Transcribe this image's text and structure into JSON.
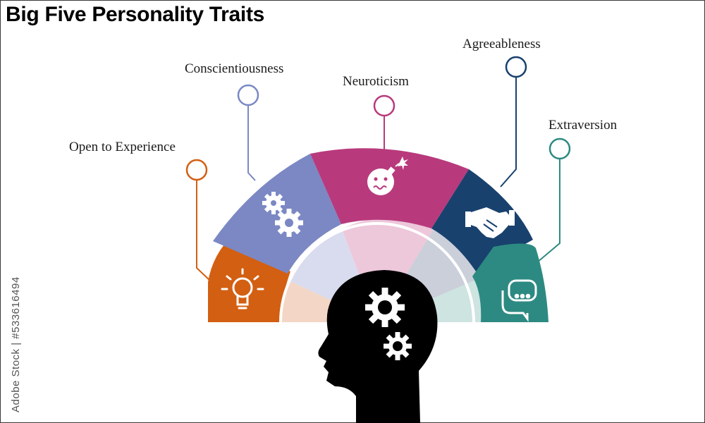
{
  "title": "Big Five Personality Traits",
  "traits": [
    {
      "label": "Open to Experience",
      "color": "#D35F12",
      "icon": "lightbulb-icon"
    },
    {
      "label": "Conscientiousness",
      "color": "#7B88C4",
      "icon": "gears-icon"
    },
    {
      "label": "Neuroticism",
      "color": "#B83A7C",
      "icon": "bomb-face-icon"
    },
    {
      "label": "Agreeableness",
      "color": "#18416E",
      "icon": "handshake-icon"
    },
    {
      "label": "Extraversion",
      "color": "#2D8A82",
      "icon": "chat-bubbles-icon"
    }
  ],
  "center_icon": "head-with-gears-icon",
  "watermark": "Adobe Stock | #533616494"
}
